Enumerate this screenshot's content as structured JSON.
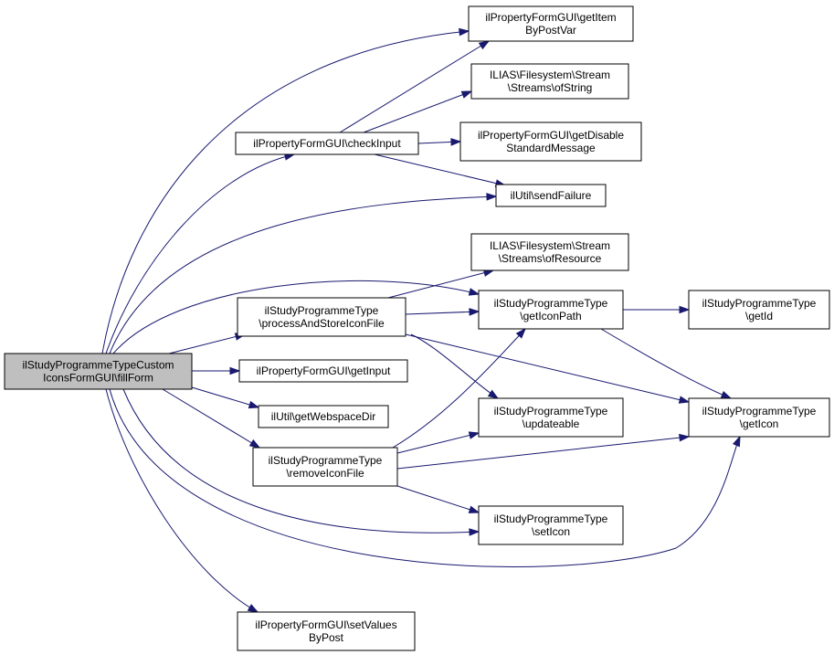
{
  "colors": {
    "edge": "#191970",
    "root_fill": "#bfbfbf",
    "node_fill": "#ffffff",
    "node_border": "#000000"
  },
  "nodes": {
    "fillform": {
      "lines": [
        "ilStudyProgrammeTypeCustom",
        "IconsFormGUI\\fillForm"
      ]
    },
    "getitembypostvar": {
      "lines": [
        "ilPropertyFormGUI\\getItem",
        "ByPostVar"
      ]
    },
    "streams_ofstring": {
      "lines": [
        "ILIAS\\Filesystem\\Stream",
        "\\Streams\\ofString"
      ]
    },
    "checkinput": {
      "lines": [
        "ilPropertyFormGUI\\checkInput"
      ]
    },
    "getdisablestdmsg": {
      "lines": [
        "ilPropertyFormGUI\\getDisable",
        "StandardMessage"
      ]
    },
    "sendfailure": {
      "lines": [
        "ilUtil\\sendFailure"
      ]
    },
    "streams_ofresource": {
      "lines": [
        "ILIAS\\Filesystem\\Stream",
        "\\Streams\\ofResource"
      ]
    },
    "processandstore": {
      "lines": [
        "ilStudyProgrammeType",
        "\\processAndStoreIconFile"
      ]
    },
    "geticonpath": {
      "lines": [
        "ilStudyProgrammeType",
        "\\getIconPath"
      ]
    },
    "getid": {
      "lines": [
        "ilStudyProgrammeType",
        "\\getId"
      ]
    },
    "getinput": {
      "lines": [
        "ilPropertyFormGUI\\getInput"
      ]
    },
    "getwebspacedir": {
      "lines": [
        "ilUtil\\getWebspaceDir"
      ]
    },
    "updateable": {
      "lines": [
        "ilStudyProgrammeType",
        "\\updateable"
      ]
    },
    "geticon": {
      "lines": [
        "ilStudyProgrammeType",
        "\\getIcon"
      ]
    },
    "removeiconfile": {
      "lines": [
        "ilStudyProgrammeType",
        "\\removeIconFile"
      ]
    },
    "seticon": {
      "lines": [
        "ilStudyProgrammeType",
        "\\setIcon"
      ]
    },
    "setvaluesbypost": {
      "lines": [
        "ilPropertyFormGUI\\setValues",
        "ByPost"
      ]
    }
  },
  "edges": [
    {
      "from": "fillform",
      "to": "getitembypostvar"
    },
    {
      "from": "fillform",
      "to": "checkinput"
    },
    {
      "from": "fillform",
      "to": "sendfailure"
    },
    {
      "from": "fillform",
      "to": "geticonpath"
    },
    {
      "from": "fillform",
      "to": "processandstore"
    },
    {
      "from": "fillform",
      "to": "getinput"
    },
    {
      "from": "fillform",
      "to": "getwebspacedir"
    },
    {
      "from": "fillform",
      "to": "removeiconfile"
    },
    {
      "from": "fillform",
      "to": "seticon"
    },
    {
      "from": "fillform",
      "to": "geticon"
    },
    {
      "from": "fillform",
      "to": "setvaluesbypost"
    },
    {
      "from": "checkinput",
      "to": "getitembypostvar"
    },
    {
      "from": "checkinput",
      "to": "streams_ofstring"
    },
    {
      "from": "checkinput",
      "to": "getdisablestdmsg"
    },
    {
      "from": "checkinput",
      "to": "sendfailure"
    },
    {
      "from": "processandstore",
      "to": "streams_ofresource"
    },
    {
      "from": "processandstore",
      "to": "geticonpath"
    },
    {
      "from": "processandstore",
      "to": "updateable"
    },
    {
      "from": "processandstore",
      "to": "geticon"
    },
    {
      "from": "geticonpath",
      "to": "getid"
    },
    {
      "from": "geticonpath",
      "to": "geticon"
    },
    {
      "from": "removeiconfile",
      "to": "geticonpath"
    },
    {
      "from": "removeiconfile",
      "to": "updateable"
    },
    {
      "from": "removeiconfile",
      "to": "geticon"
    },
    {
      "from": "removeiconfile",
      "to": "seticon"
    }
  ]
}
